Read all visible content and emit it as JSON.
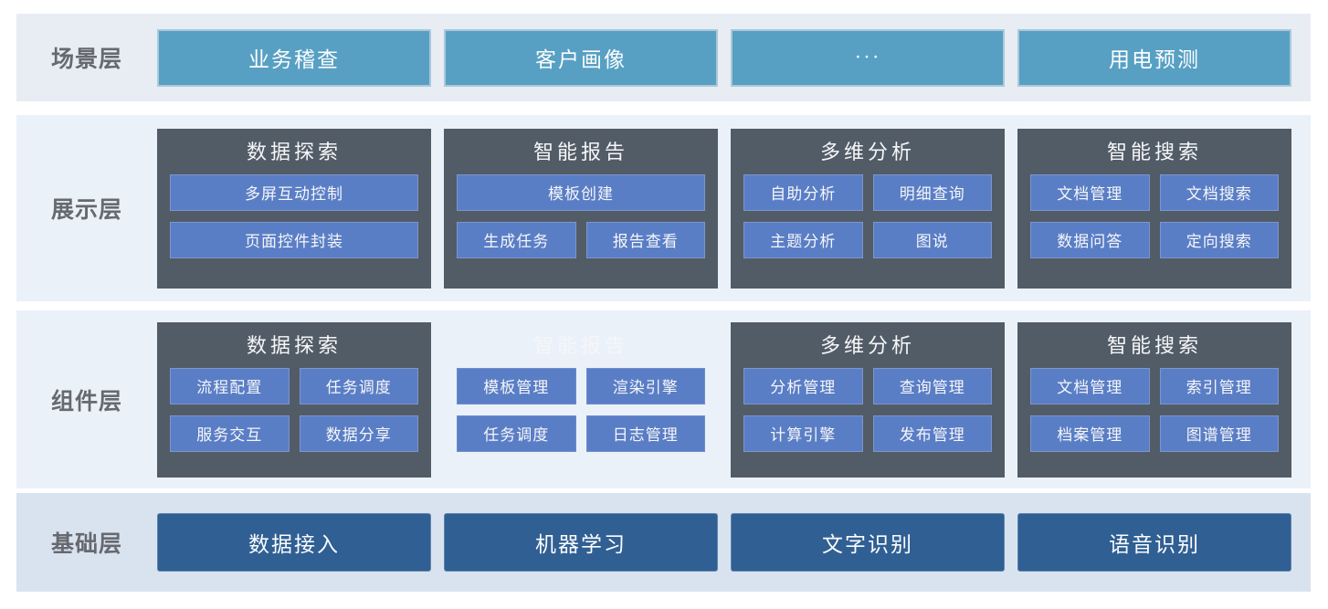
{
  "colors": {
    "scene_button": "#57a0c3",
    "scene_button_border": "#a9c9da",
    "card_dark": "#525c67",
    "item_blue": "#5a7ec6",
    "foundation_button": "#305f93",
    "band_light": "#ebf1f9",
    "band_scene": "#e8ecf3",
    "band_foundation": "#d9e3ef",
    "label_gray": "#66696f",
    "text_white": "#f5f6f8"
  },
  "layers": [
    {
      "id": "scene",
      "label": "场景层",
      "type": "buttons",
      "buttons": [
        "业务稽查",
        "客户画像",
        "···",
        "用电预测"
      ]
    },
    {
      "id": "display",
      "label": "展示层",
      "type": "cards",
      "cards": [
        {
          "title": "数据探索",
          "variant": "dark",
          "rows": [
            [
              "多屏互动控制"
            ],
            [
              "页面控件封装"
            ]
          ]
        },
        {
          "title": "智能报告",
          "variant": "dark",
          "rows": [
            [
              "模板创建"
            ],
            [
              "生成任务",
              "报告查看"
            ]
          ]
        },
        {
          "title": "多维分析",
          "variant": "dark",
          "rows": [
            [
              "自助分析",
              "明细查询"
            ],
            [
              "主题分析",
              "图说"
            ]
          ]
        },
        {
          "title": "智能搜索",
          "variant": "dark",
          "rows": [
            [
              "文档管理",
              "文档搜索"
            ],
            [
              "数据问答",
              "定向搜索"
            ]
          ]
        }
      ]
    },
    {
      "id": "component",
      "label": "组件层",
      "type": "cards",
      "cards": [
        {
          "title": "数据探索",
          "variant": "dark",
          "rows": [
            [
              "流程配置",
              "任务调度"
            ],
            [
              "服务交互",
              "数据分享"
            ]
          ]
        },
        {
          "title": "智能报告",
          "variant": "plain",
          "rows": [
            [
              "模板管理",
              "渲染引擎"
            ],
            [
              "任务调度",
              "日志管理"
            ]
          ]
        },
        {
          "title": "多维分析",
          "variant": "dark",
          "rows": [
            [
              "分析管理",
              "查询管理"
            ],
            [
              "计算引擎",
              "发布管理"
            ]
          ]
        },
        {
          "title": "智能搜索",
          "variant": "dark",
          "rows": [
            [
              "文档管理",
              "索引管理"
            ],
            [
              "档案管理",
              "图谱管理"
            ]
          ]
        }
      ]
    },
    {
      "id": "foundation",
      "label": "基础层",
      "type": "buttons",
      "buttons": [
        "数据接入",
        "机器学习",
        "文字识别",
        "语音识别"
      ]
    }
  ]
}
